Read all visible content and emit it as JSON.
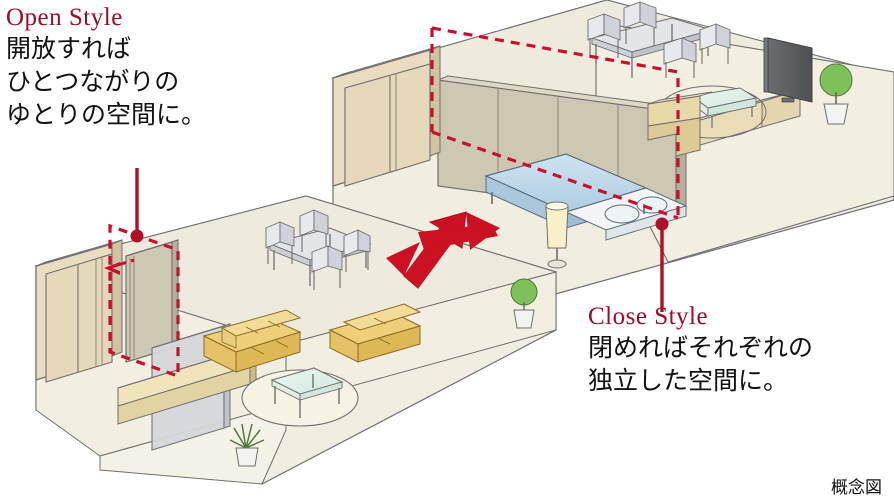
{
  "figure": {
    "caption": "概念図",
    "accent_color": "#9e0b26",
    "dash_color": "#c8102e",
    "arrow_color": "#cc1122"
  },
  "open_callout": {
    "title": "Open Style",
    "lines": [
      "開放すれば",
      "ひとつながりの",
      "ゆとりの空間に。"
    ],
    "pointer": "leader-line-to-folded-partition"
  },
  "close_callout": {
    "title": "Close Style",
    "lines": [
      "閉めればそれぞれの",
      "独立した空間に。"
    ],
    "pointer": "leader-line-to-closed-partition"
  },
  "scenes": [
    {
      "id": "close-style-scene",
      "name": "upper-room-closed",
      "description": "Bedroom separated from living-dining by a closed movable partition",
      "objects": [
        "back-wall",
        "closet",
        "closed-partition-wall",
        "bed",
        "night-table",
        "floor-lamp",
        "dining-table",
        "dining-chairs",
        "television",
        "media-console",
        "low-table",
        "area-rug",
        "potted-plant"
      ]
    },
    {
      "id": "open-style-scene",
      "name": "lower-room-open",
      "description": "One continuous living-dining space with the partition folded away",
      "objects": [
        "back-wall",
        "closet",
        "folded-partition-panels",
        "glass-screen",
        "wooden-sill",
        "three-seat-sofa",
        "two-seat-sofa",
        "glass-coffee-table",
        "round-rug",
        "dining-table",
        "dining-chairs",
        "potted-plant",
        "spiky-plant"
      ]
    }
  ],
  "palette": {
    "floor": "#f1ede0",
    "floor_edge": "#6f6f6f",
    "wall_face": "#e9dcc0",
    "wall_side": "#d8c9a8",
    "partition_face": "#cdc8b2",
    "partition_side": "#bdb69c",
    "wood": "#e4d6ad",
    "wood_dark": "#cbb984",
    "sofa": "#efd07a",
    "sofa_dark": "#dcb64f",
    "bed": "#b9d5e8",
    "bed_dark": "#9cc2da",
    "glass": "#dff0e8",
    "metal": "#d8dade",
    "tv": "#595b5d",
    "plant": "#7ec05a",
    "pot": "#efefef"
  }
}
